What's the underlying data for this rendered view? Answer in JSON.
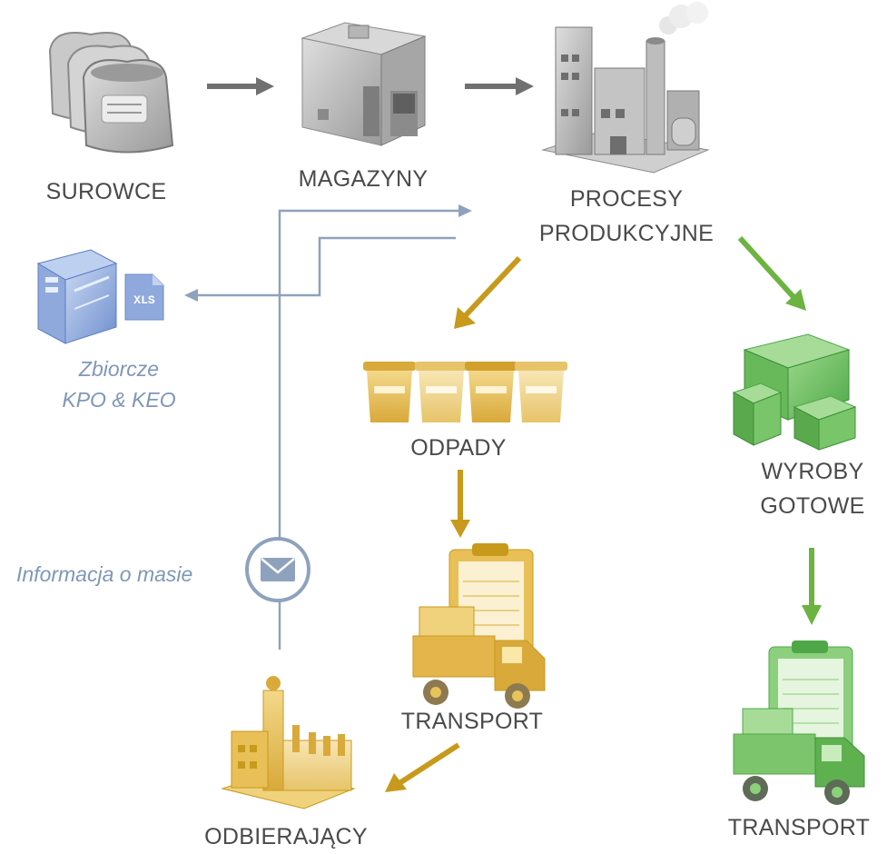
{
  "nodes": {
    "surowce": "SUROWCE",
    "magazyny": "MAGAZYNY",
    "procesy_line1": "PROCESY",
    "procesy_line2": "PRODUKCYJNE",
    "odpady": "ODPADY",
    "transport_waste": "TRANSPORT",
    "odbierajacy": "ODBIERAJĄCY",
    "wyroby_line1": "WYROBY",
    "wyroby_line2": "GOTOWE",
    "transport_goods": "TRANSPORT"
  },
  "report": {
    "line1": "Zbiorcze",
    "line2": "KPO & KEO",
    "file_badge": "XLS"
  },
  "info": {
    "label": "Informacja o masie"
  },
  "colors": {
    "flow_gray": "#707070",
    "flow_gold": "#c89a1c",
    "flow_green": "#6cb33f",
    "info_line": "#8ea2bd",
    "icon_gray": "#b9b9b9",
    "icon_gold": "#e8c35a",
    "icon_green": "#6cbf5e",
    "icon_blue": "#7e9ed6",
    "text": "#4a4a4a",
    "text_italic": "#7f97b8"
  },
  "icons": [
    "sacks-icon",
    "warehouse-icon",
    "factory-icon",
    "computer-icon",
    "xls-file-icon",
    "waste-bins-icon",
    "truck-clipboard-icon",
    "recycling-plant-icon",
    "boxes-icon",
    "envelope-icon"
  ]
}
